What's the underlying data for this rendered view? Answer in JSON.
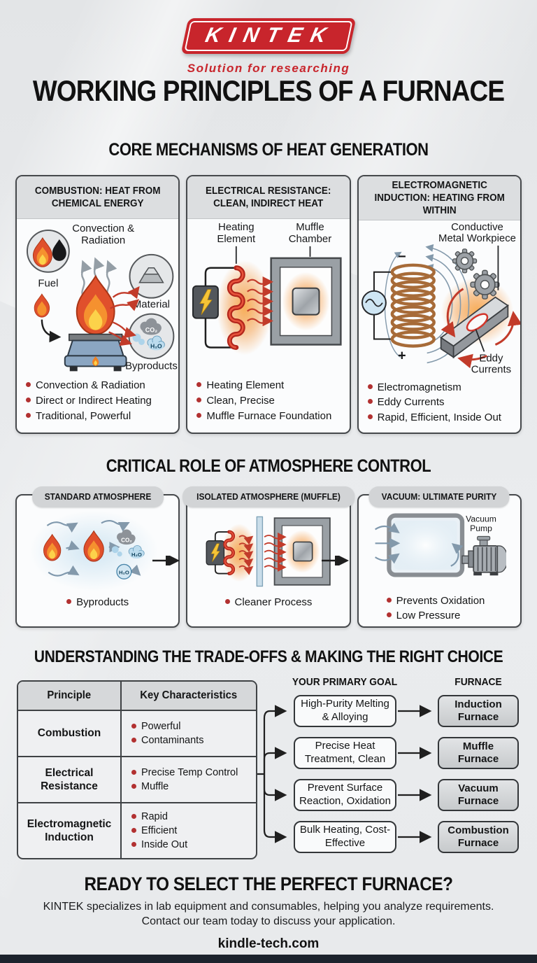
{
  "header": {
    "logo": "KINTEK",
    "tagline": "Solution for researching",
    "title": "WORKING PRINCIPLES OF A FURNACE"
  },
  "mechanisms": {
    "title": "CORE MECHANISMS OF HEAT GENERATION",
    "cards": [
      {
        "title": "COMBUSTION: HEAT FROM CHEMICAL ENERGY",
        "bullets": [
          "Convection & Radiation",
          "Direct or Indirect Heating",
          "Traditional, Powerful"
        ],
        "labels": {
          "fuel": "Fuel",
          "conv1": "Convection &",
          "conv2": "Radiation",
          "material": "Material",
          "byproducts": "Byproducts",
          "co2": "CO₂",
          "h2o": "H₂O"
        }
      },
      {
        "title": "ELECTRICAL RESISTANCE: CLEAN, INDIRECT HEAT",
        "bullets": [
          "Heating Element",
          "Clean, Precise",
          "Muffle Furnace Foundation"
        ],
        "labels": {
          "he1": "Heating",
          "he2": "Element",
          "mc1": "Muffle",
          "mc2": "Chamber"
        }
      },
      {
        "title": "ELECTROMAGNETIC INDUCTION: HEATING FROM WITHIN",
        "bullets": [
          "Electromagnetism",
          "Eddy Currents",
          "Rapid, Efficient, Inside Out"
        ],
        "labels": {
          "wp1": "Conductive",
          "wp2": "Metal Workpiece",
          "ed1": "Eddy",
          "ed2": "Currents",
          "minus": "−",
          "plus": "+"
        }
      }
    ]
  },
  "atmosphere": {
    "title": "CRITICAL ROLE OF ATMOSPHERE CONTROL",
    "cards": [
      {
        "title": "STANDARD ATMOSPHERE",
        "bullets": [
          "Byproducts"
        ],
        "labels": {
          "co2": "CO₂",
          "h2o": "H₂O"
        }
      },
      {
        "title": "ISOLATED ATMOSPHERE (MUFFLE)",
        "bullets": [
          "Cleaner Process"
        ],
        "labels": {}
      },
      {
        "title": "VACUUM: ULTIMATE PURITY",
        "bullets": [
          "Prevents Oxidation",
          "Low Pressure"
        ],
        "labels": {
          "vp1": "Vacuum",
          "vp2": "Pump"
        }
      }
    ]
  },
  "tradeoffs": {
    "title": "UNDERSTANDING THE TRADE-OFFS & MAKING THE RIGHT CHOICE",
    "table": {
      "headers": [
        "Principle",
        "Key Characteristics"
      ],
      "rows": [
        {
          "principle": "Combustion",
          "items": [
            "Powerful",
            "Contaminants"
          ]
        },
        {
          "principle": "Electrical Resistance",
          "items": [
            "Precise Temp Control",
            "Muffle"
          ]
        },
        {
          "principle": "Electromagnetic Induction",
          "items": [
            "Rapid",
            "Efficient",
            "Inside Out"
          ]
        }
      ]
    },
    "flow": {
      "goal_header": "YOUR PRIMARY GOAL",
      "furnace_header": "FURNACE",
      "pairs": [
        {
          "goal": "High-Purity Melting & Alloying",
          "furnace": "Induction Furnace"
        },
        {
          "goal": "Precise Heat Treatment, Clean",
          "furnace": "Muffle Furnace"
        },
        {
          "goal": "Prevent Surface Reaction, Oxidation",
          "furnace": "Vacuum Furnace"
        },
        {
          "goal": "Bulk Heating, Cost-Effective",
          "furnace": "Combustion Furnace"
        }
      ]
    }
  },
  "footer": {
    "title": "READY TO SELECT THE PERFECT FURNACE?",
    "line1": "KINTEK specializes in lab equipment and consumables, helping you analyze requirements.",
    "line2": "Contact our team today to discuss your application.",
    "website": "kindle-tech.com"
  },
  "colors": {
    "brand_red": "#c8252c",
    "accent_orange": "#f5912f",
    "bottom_bar": "#1c232d"
  }
}
